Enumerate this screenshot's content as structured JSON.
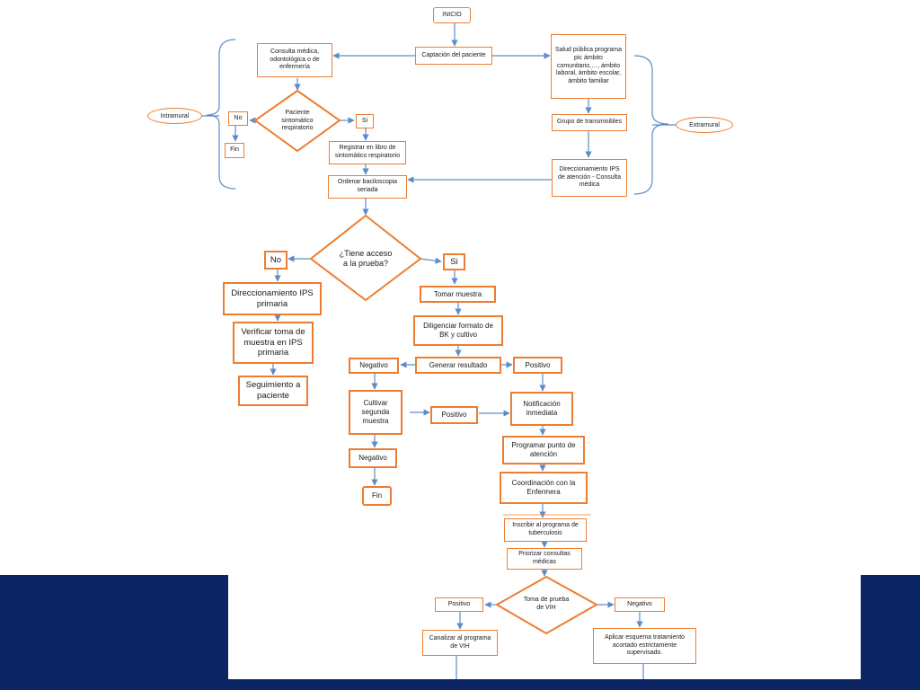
{
  "colors": {
    "node_border": "#ed7d31",
    "arrow": "#5b8dc9",
    "background_bar": "#0b2463"
  },
  "nodes": {
    "inicio": "INICIO",
    "captacion": "Captación  del paciente",
    "consulta": "Consulta  médica, odontológica  o de enfermería",
    "salud_publica": "Salud pública programa pic ámbito comunitario,…, ámbito laboral, ámbito escolar, ámbito familiar",
    "paciente_sintomatico": "Paciente sintomático respiratorio",
    "intramural": "Intramural",
    "extramural": "Extramural",
    "no_1": "No",
    "si_1": "Si",
    "fin_1": "Fin",
    "grupo_transmisibles": "Grupo de transmisibles",
    "registrar": "Registrar  en libro de sintomático  respiratorio",
    "direccionamiento_ips_consulta": "Direccionamiento  IPS de atención  - Consulta médica",
    "ordenar": "Ordenar baciloscopia seriada",
    "tiene_acceso": "¿Tiene acceso a la prueba?",
    "no_2": "No",
    "si_2": "Si",
    "direccionamiento_ips_primaria": "Direccionamiento  IPS primaria",
    "verificar": "Verificar toma de muestra en IPS primaria",
    "seguimiento": "Seguimiento  a paciente",
    "tomar_muestra": "Tomar muestra",
    "diligenciar": "Diligenciar  formato de BK y cultivo",
    "generar_resultado": "Generar resultado",
    "negativo_1": "Negativo",
    "positivo_1": "Positivo",
    "cultivar": "Cultivar segunda muestra",
    "positivo_2": "Positivo",
    "notificacion": "Notificación inmediata",
    "negativo_2": "Negativo",
    "programar": "Programar punto de atención",
    "fin_2": "Fin",
    "coordinacion": "Coordinación  con la Enfermera",
    "inscribir": "Inscribir al programa de tuberculosis",
    "priorizar": "Priorizar consultas médicas",
    "toma_vih": "Toma de prueba de VIH",
    "positivo_3": "Positivo",
    "negativo_3": "Negativo",
    "canalizar": "Canalizar al programa de VIH",
    "aplicar": "Aplicar esquema tratamiento acortado estrictamente  supervisado."
  }
}
